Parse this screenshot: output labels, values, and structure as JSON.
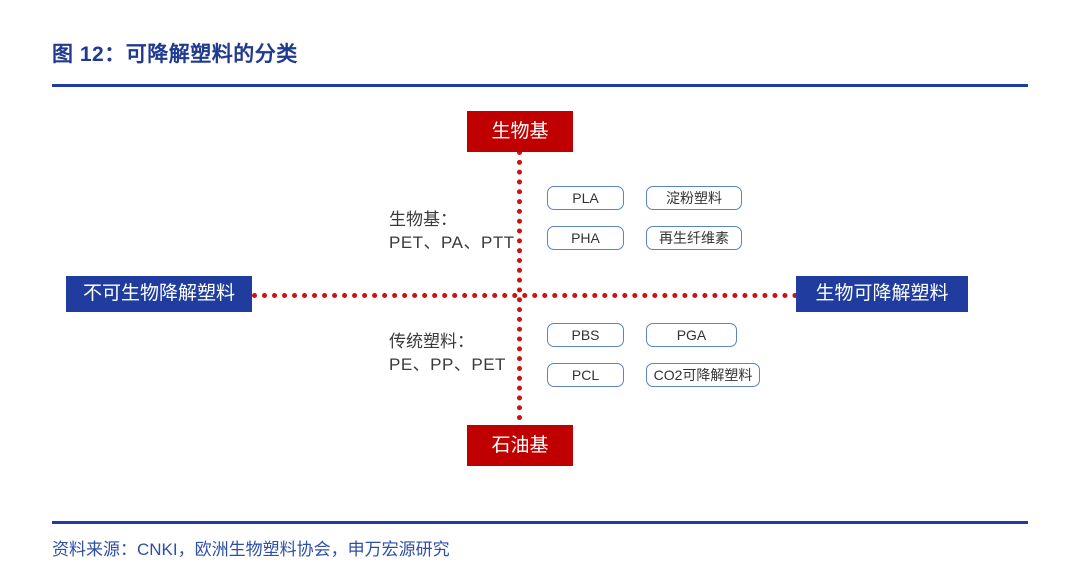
{
  "header": {
    "title": "图 12：可降解塑料的分类"
  },
  "footer": {
    "source": "资料来源：CNKI，欧洲生物塑料协会，申万宏源研究"
  },
  "colors": {
    "title_blue": "#203A8F",
    "rule_blue": "#1F3C9E",
    "pole_red": "#C00000",
    "end_blue": "#1F3C9E",
    "dotted_red": "#CC1111",
    "chip_border": "#5B82C4",
    "source_blue": "#2E4FA8"
  },
  "diagram": {
    "type": "quadrant-matrix",
    "axes": {
      "vertical": {
        "top_label": "生物基",
        "bottom_label": "石油基",
        "style": "dotted-red"
      },
      "horizontal": {
        "left_label": "不可生物降解塑料",
        "right_label": "生物可降解塑料",
        "style": "dotted-red"
      }
    },
    "quadrants": [
      {
        "position": "upper-left",
        "heading": "生物基：",
        "items_text": "PET、PA、PTT",
        "chips": []
      },
      {
        "position": "upper-right",
        "heading": "",
        "items_text": "",
        "chips": [
          "PLA",
          "淀粉塑料",
          "PHA",
          "再生纤维素"
        ]
      },
      {
        "position": "lower-left",
        "heading": "传统塑料：",
        "items_text": "PE、PP、PET",
        "chips": []
      },
      {
        "position": "lower-right",
        "heading": "",
        "items_text": "",
        "chips": [
          "PBS",
          "PGA",
          "PCL",
          "CO2可降解塑料"
        ]
      }
    ],
    "chips": {
      "pla": "PLA",
      "pha": "PHA",
      "starch": "淀粉塑料",
      "cellulose": "再生纤维素",
      "pbs": "PBS",
      "pcl": "PCL",
      "pga": "PGA",
      "co2": "CO2可降解塑料"
    }
  }
}
